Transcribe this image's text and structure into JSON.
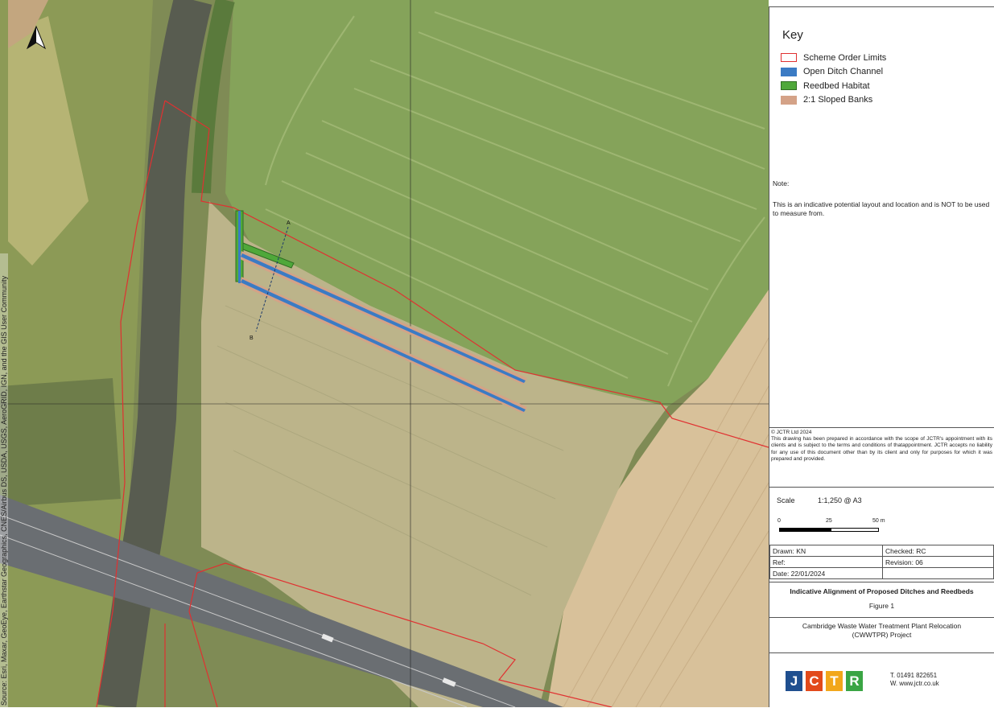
{
  "map": {
    "attribution": "Source: Esri, Maxar, GeoEye, Earthstar Geographics, CNES/Airbus DS, USDA, USGS, AeroGRID, IGN, and the GIS User Community",
    "north_arrow": "north-arrow-icon",
    "section_line": {
      "start_label": "A",
      "end_label": "B"
    }
  },
  "key": {
    "title": "Key",
    "items": [
      {
        "label": "Scheme Order Limits",
        "fill": "#ffffff",
        "stroke": "#e03131"
      },
      {
        "label": "Open Ditch Channel",
        "fill": "#3b7bc4",
        "stroke": "#3b7bc4"
      },
      {
        "label": "Reedbed Habitat",
        "fill": "#4fa83a",
        "stroke": "#2f6e22"
      },
      {
        "label": "2:1 Sloped Banks",
        "fill": "#d4a287",
        "stroke": "#d4a287"
      }
    ]
  },
  "note": {
    "title": "Note:",
    "text": "This is an indicative potential layout and location and is NOT to be used to measure from."
  },
  "copyright": {
    "owner": "© JCTR Ltd 2024",
    "text": "This drawing has been prepared in accordance with the scope of JCTR's appointment with its clients and is subject to the terms and conditions of thatappointment. JCTR accepts no liability for any use of this document other than by its client and only for purposes for which it was prepared and provided."
  },
  "scale": {
    "label": "Scale",
    "value": "1:1,250 @ A3",
    "ticks": [
      "0",
      "25",
      "50 m"
    ]
  },
  "meta": {
    "drawn": "Drawn: KN",
    "checked": "Checked: RC",
    "ref": "Ref:",
    "revision": "Revision: 06",
    "date": "Date: 22/01/2024"
  },
  "figure": {
    "title": "Indicative Alignment of Proposed Ditches and Reedbeds",
    "number": "Figure 1"
  },
  "project": {
    "line1": "Cambridge Waste Water Treatment Plant Relocation",
    "line2": "(CWWTPR) Project"
  },
  "logo": {
    "letters": [
      {
        "char": "J",
        "color": "#1f4f8f"
      },
      {
        "char": "C",
        "color": "#e24a1b"
      },
      {
        "char": "T",
        "color": "#f2a71b"
      },
      {
        "char": "R",
        "color": "#3aa544"
      }
    ],
    "phone": "T. 01491 822651",
    "web": "W. www.jctr.co.uk"
  }
}
